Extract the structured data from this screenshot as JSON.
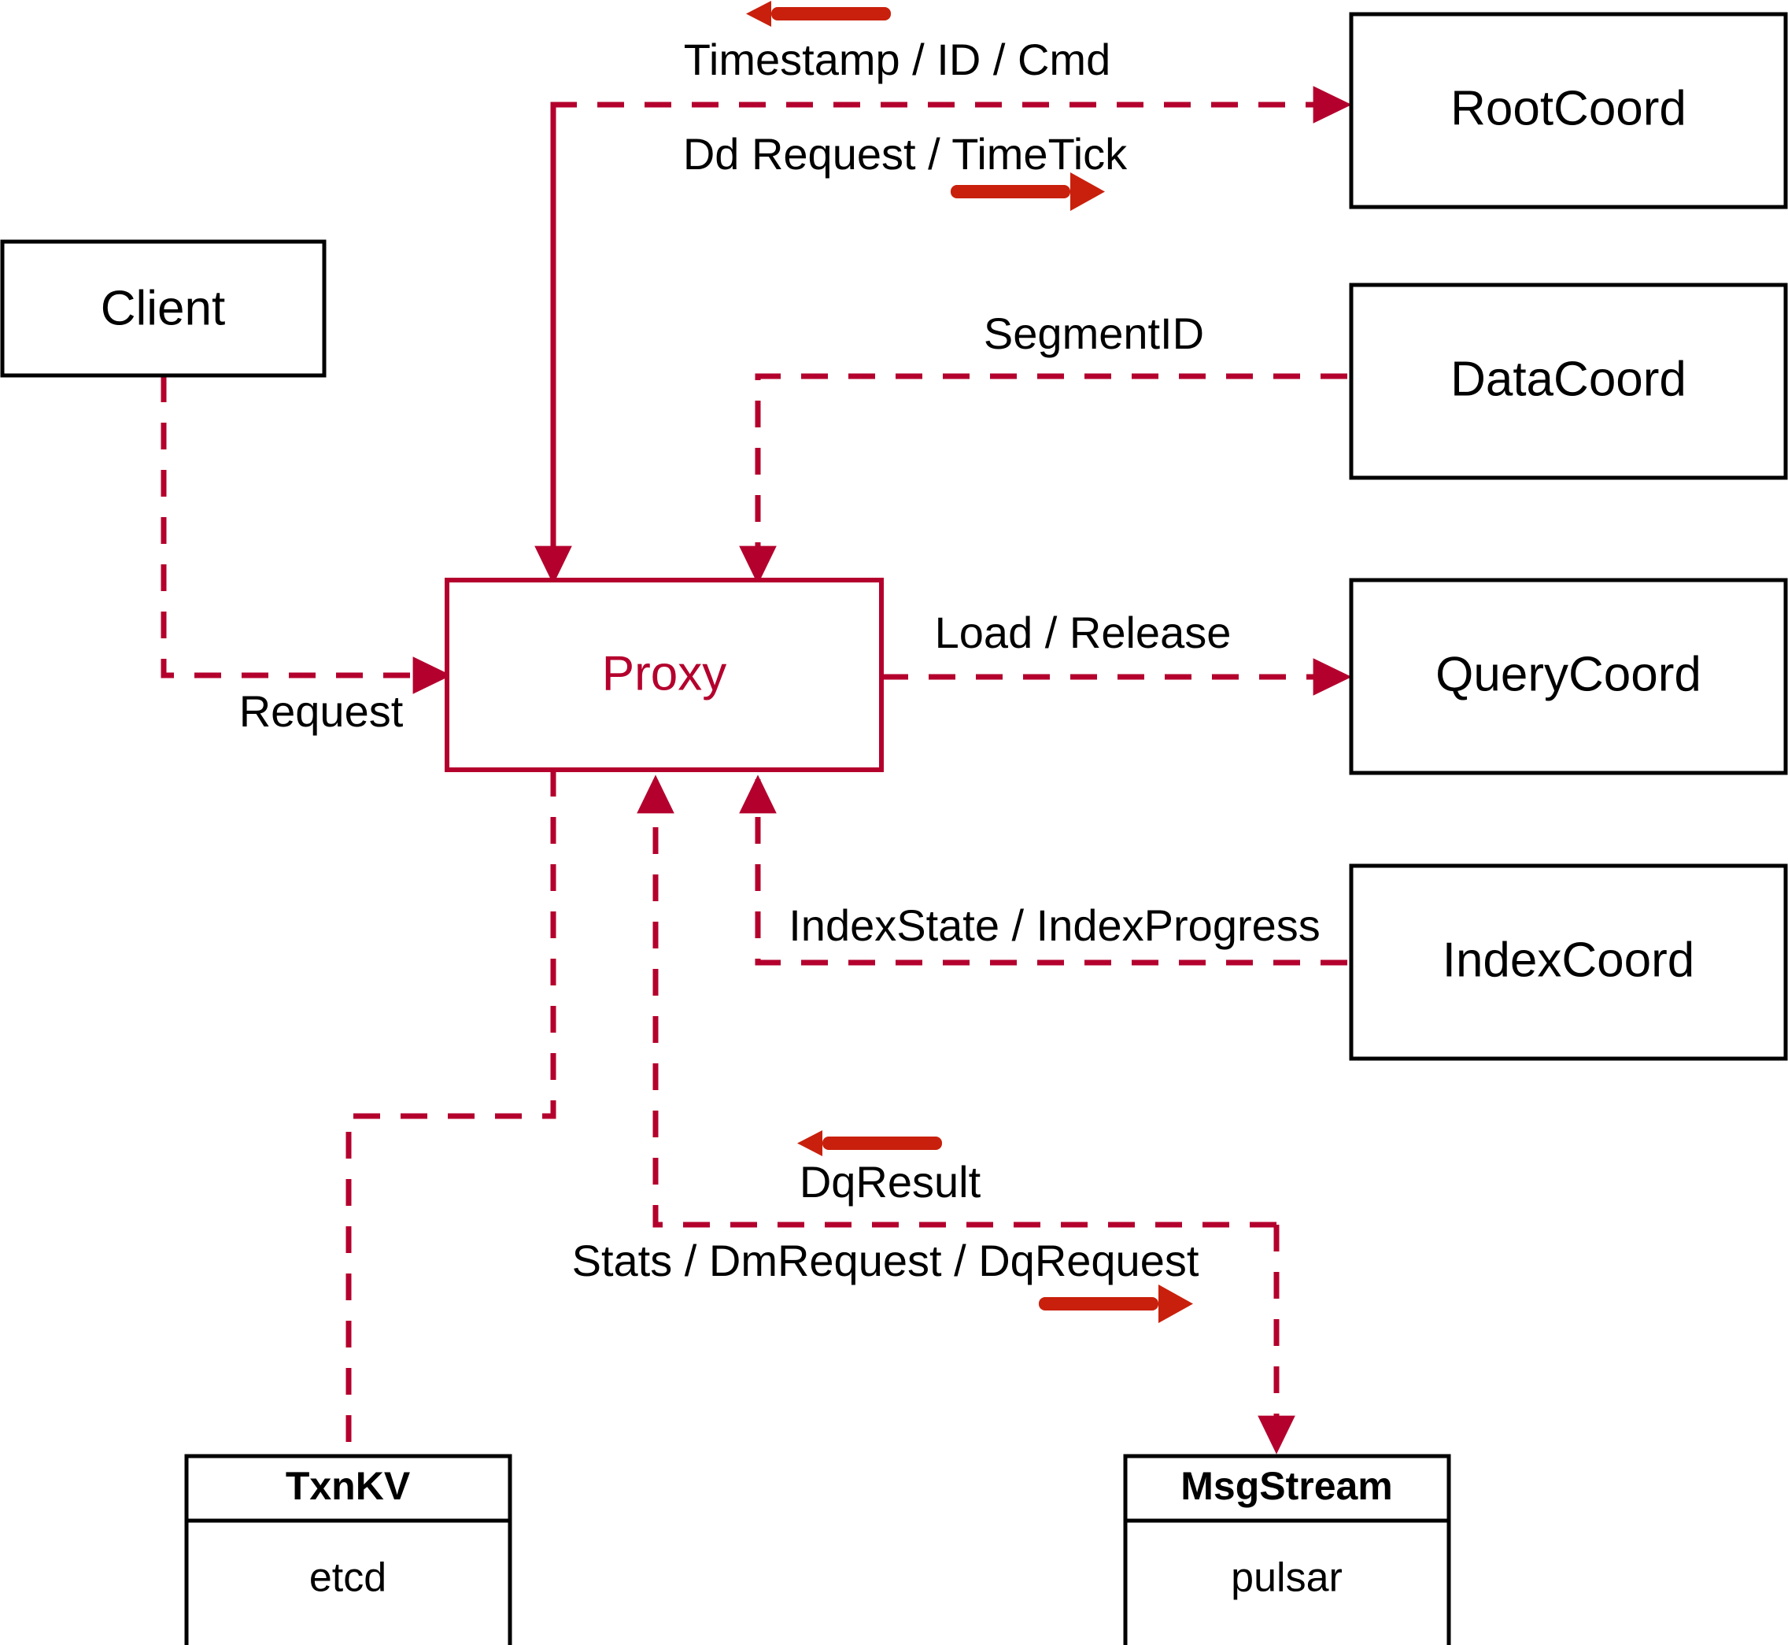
{
  "diagram": {
    "title": "Proxy component interaction diagram",
    "colors": {
      "accent": "#b4002d",
      "legend_arrow": "#c8200c",
      "box_stroke": "#000000",
      "background": "#ffffff"
    },
    "nodes": [
      {
        "id": "client",
        "label": "Client",
        "style": "black"
      },
      {
        "id": "proxy",
        "label": "Proxy",
        "style": "accent"
      },
      {
        "id": "rootcoord",
        "label": "RootCoord",
        "style": "black"
      },
      {
        "id": "datacoord",
        "label": "DataCoord",
        "style": "black"
      },
      {
        "id": "querycoord",
        "label": "QueryCoord",
        "style": "black"
      },
      {
        "id": "indexcoord",
        "label": "IndexCoord",
        "style": "black"
      }
    ],
    "store_nodes": [
      {
        "id": "txnkv",
        "title": "TxnKV",
        "impl": "etcd"
      },
      {
        "id": "msgstream",
        "title": "MsgStream",
        "impl": "pulsar"
      }
    ],
    "edge_labels": {
      "timestamp_id_cmd": "Timestamp / ID / Cmd",
      "dd_request_timetick": "Dd Request / TimeTick",
      "segment_id": "SegmentID",
      "request": "Request",
      "load_release": "Load / Release",
      "index_state_progress": "IndexState / IndexProgress",
      "dq_result": "DqResult",
      "stats_dm_dq_request": "Stats / DmRequest / DqRequest"
    },
    "legend_arrows": [
      {
        "id": "timestamp-arrow",
        "direction": "left"
      },
      {
        "id": "dd-request-arrow",
        "direction": "right"
      },
      {
        "id": "dq-result-arrow",
        "direction": "left"
      },
      {
        "id": "dq-request-arrow",
        "direction": "right"
      }
    ]
  }
}
